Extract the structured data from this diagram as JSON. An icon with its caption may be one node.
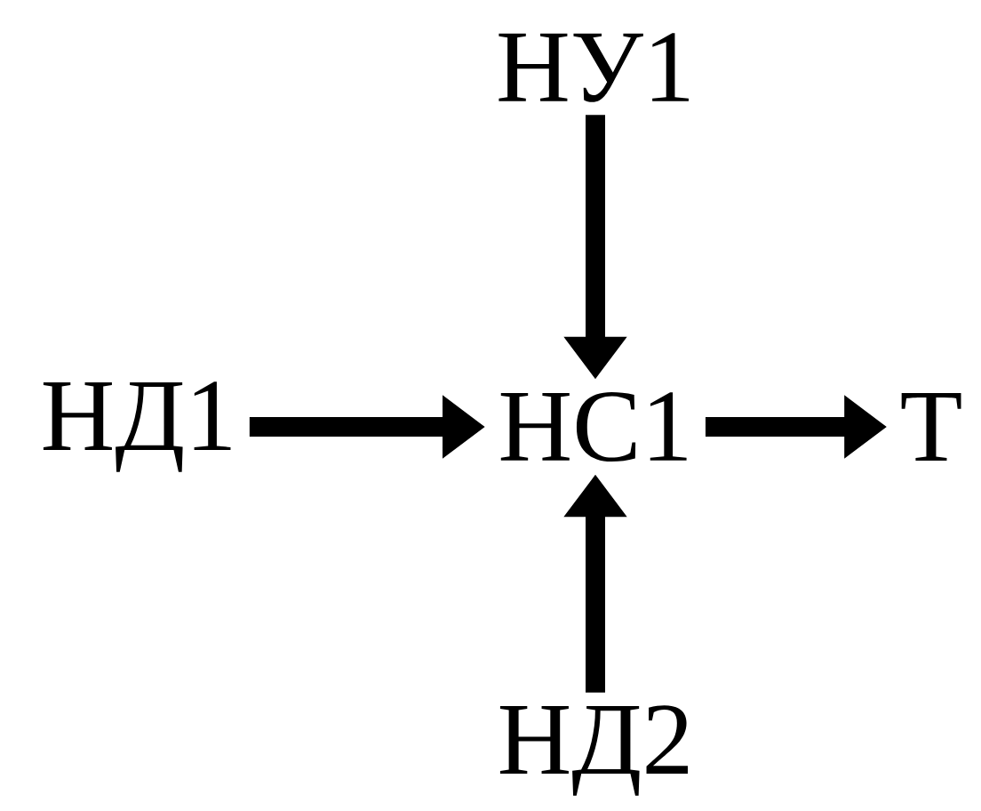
{
  "diagram": {
    "nodes": [
      {
        "text": [
          "НУ1"
        ]
      },
      {
        "text": [
          "НД1"
        ]
      },
      {
        "text": [
          "НС1"
        ]
      },
      {
        "text": [
          "Т"
        ]
      },
      {
        "text": [
          "НД2"
        ]
      }
    ],
    "edges": [
      {
        "from": 0,
        "to": 2,
        "arrow": "to"
      },
      {
        "from": 1,
        "to": 2,
        "arrow": "to"
      },
      {
        "from": 2,
        "to": 3,
        "arrow": "to"
      },
      {
        "from": 4,
        "to": 2,
        "arrow": "to"
      }
    ]
  }
}
